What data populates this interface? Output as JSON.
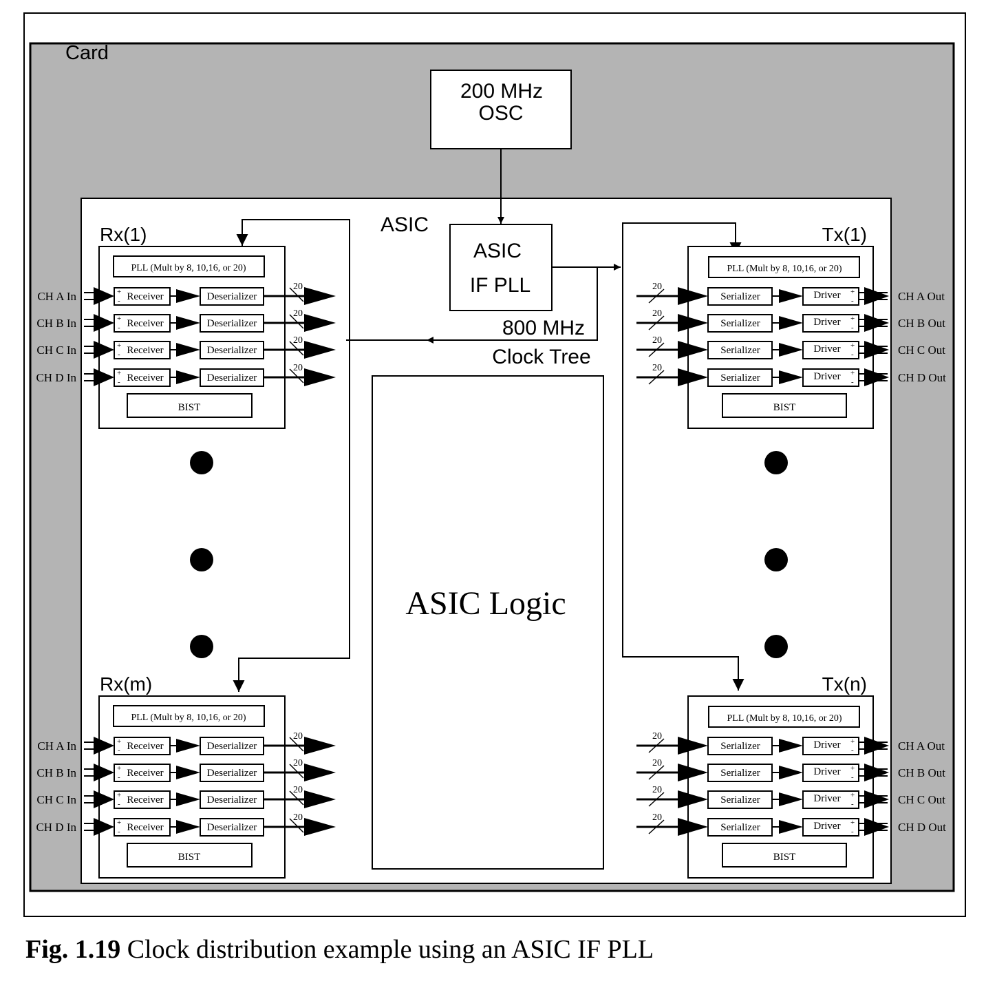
{
  "colors": {
    "card_fill": "#b4b4b4",
    "line": "#000000",
    "box_fill": "#ffffff"
  },
  "labels": {
    "card": "Card",
    "osc_line1": "200 MHz",
    "osc_line2": "OSC",
    "asic": "ASIC",
    "pll_line1": "ASIC",
    "pll_line2": "IF PLL",
    "clock_line1": "800 MHz",
    "clock_line2": "Clock Tree",
    "logic": "ASIC Logic"
  },
  "rx_blocks": [
    {
      "title": "Rx(1)"
    },
    {
      "title": "Rx(m)"
    }
  ],
  "tx_blocks": [
    {
      "title": "Tx(1)"
    },
    {
      "title": "Tx(n)"
    }
  ],
  "block_common": {
    "pll": "PLL (Mult by 8, 10,16, or 20)",
    "bist": "BIST",
    "receiver": "Receiver",
    "deserializer": "Deserializer",
    "serializer": "Serializer",
    "driver": "Driver",
    "bus_width": "20",
    "plus": "+",
    "minus": "-"
  },
  "rx_channels": [
    "CH A In",
    "CH B In",
    "CH C In",
    "CH D In"
  ],
  "tx_channels": [
    "CH A Out",
    "CH B Out",
    "CH C Out",
    "CH D Out"
  ],
  "caption": {
    "label": "Fig. 1.19",
    "text": " Clock distribution example using an ASIC IF PLL"
  }
}
